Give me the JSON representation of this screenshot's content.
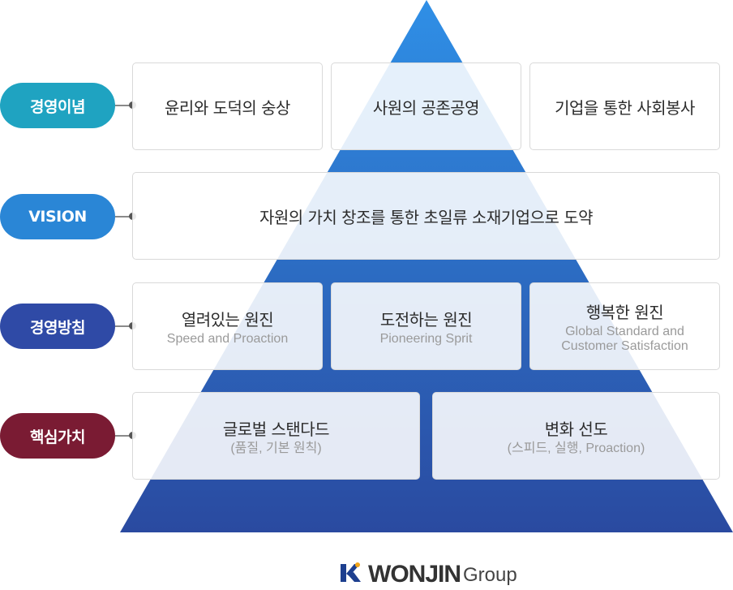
{
  "colors": {
    "pyramid_top": "#2f8fe6",
    "pyramid_bottom": "#2a4aa0",
    "pill_philosophy": "#1fa3c1",
    "pill_vision": "#2a86d6",
    "pill_policy": "#2f4aa6",
    "pill_values": "#7a1b33"
  },
  "rows": [
    {
      "label": "경영이념",
      "items": [
        {
          "title": "윤리와 도덕의 숭상"
        },
        {
          "title": "사원의 공존공영"
        },
        {
          "title": "기업을 통한 사회봉사"
        }
      ]
    },
    {
      "label": "VISION",
      "items": [
        {
          "title": "자원의 가치 창조를 통한 초일류 소재기업으로 도약"
        }
      ]
    },
    {
      "label": "경영방침",
      "items": [
        {
          "title": "열려있는 원진",
          "sub": "Speed and Proaction"
        },
        {
          "title": "도전하는 원진",
          "sub": "Pioneering Sprit"
        },
        {
          "title": "행복한 원진",
          "sub": "Global Standard and Customer Satisfaction"
        }
      ]
    },
    {
      "label": "핵심가치",
      "items": [
        {
          "title": "글로벌 스탠다드",
          "sub": "(품질, 기본 원칙)"
        },
        {
          "title": "변화 선도",
          "sub": "(스피드, 실행, Proaction)"
        }
      ]
    }
  ],
  "logo": {
    "name": "WONJIN",
    "suffix": "Group",
    "mark_icon": "wonjin-k-logo-icon"
  }
}
